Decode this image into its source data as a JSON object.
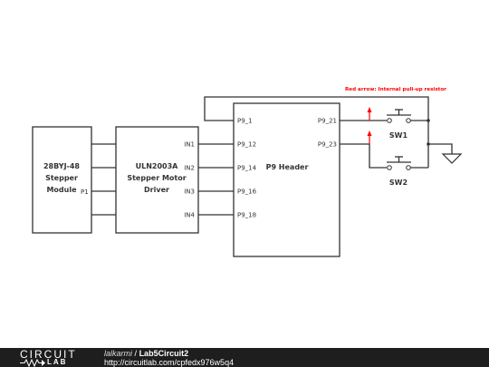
{
  "annotation": {
    "text": "Red arrow: Internal pull-up resistor",
    "color": "#ff0000"
  },
  "stepper": {
    "line1": "28BYJ-48",
    "line2": "Stepper",
    "line3": "Module",
    "pin": "P1"
  },
  "driver": {
    "line1": "ULN2003A",
    "line2": "Stepper Motor",
    "line3": "Driver",
    "pins": [
      "IN1",
      "IN2",
      "IN3",
      "IN4"
    ]
  },
  "header": {
    "title": "P9 Header",
    "left_pins": [
      "P9_1",
      "P9_12",
      "P9_14",
      "P9_16",
      "P9_18"
    ],
    "right_pins": [
      "P9_21",
      "P9_23"
    ]
  },
  "switches": [
    "SW1",
    "SW2"
  ],
  "footer": {
    "logo_top": "CIRCUIT",
    "logo_bottom": "LAB",
    "author": "lalkarmi",
    "separator": "/",
    "title": "Lab5Circuit2",
    "url": "http://circuitlab.com/cpfedx976w5q4"
  }
}
